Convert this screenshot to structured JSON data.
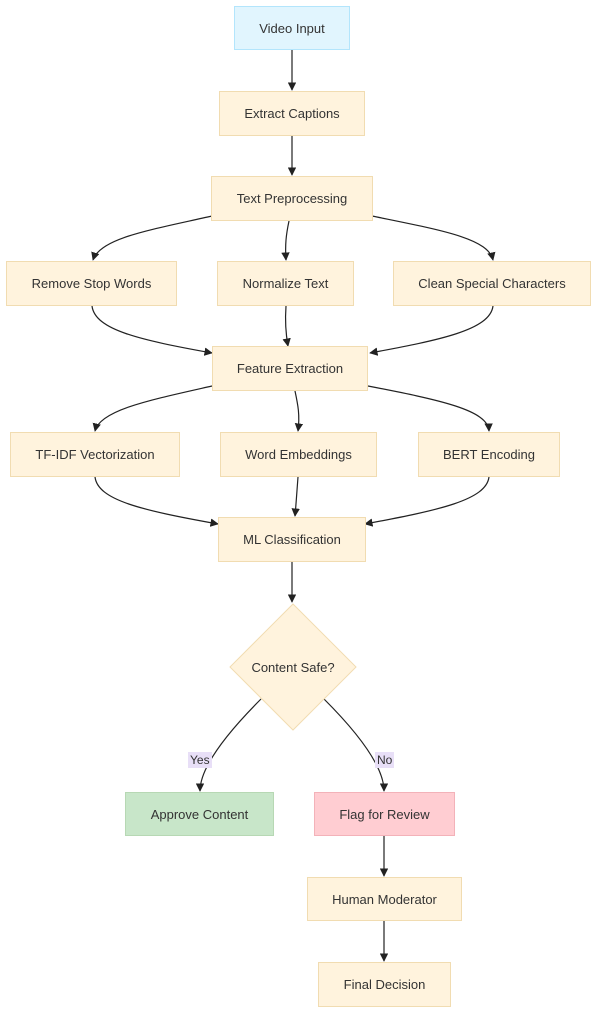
{
  "nodes": {
    "video_input": "Video Input",
    "extract_captions": "Extract Captions",
    "text_preprocessing": "Text Preprocessing",
    "remove_stop_words": "Remove Stop Words",
    "normalize_text": "Normalize Text",
    "clean_special_characters": "Clean Special Characters",
    "feature_extraction": "Feature Extraction",
    "tfidf_vectorization": "TF-IDF Vectorization",
    "word_embeddings": "Word Embeddings",
    "bert_encoding": "BERT Encoding",
    "ml_classification": "ML Classification",
    "content_safe": "Content Safe?",
    "approve_content": "Approve Content",
    "flag_for_review": "Flag for Review",
    "human_moderator": "Human Moderator",
    "final_decision": "Final Decision"
  },
  "edge_labels": {
    "yes": "Yes",
    "no": "No"
  },
  "colors": {
    "default_fill": "#fff3dd",
    "input_fill": "#e1f5fe",
    "approve_fill": "#c8e6c9",
    "flag_fill": "#ffcdd2",
    "edge_label_bg": "#e8dff7"
  }
}
